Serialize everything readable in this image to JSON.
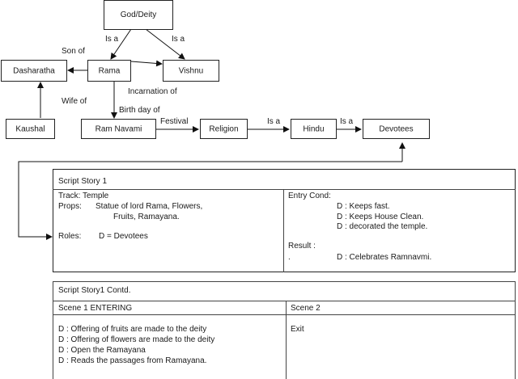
{
  "nodes": {
    "god": "God/Deity",
    "dasharatha": "Dasharatha",
    "rama": "Rama",
    "vishnu": "Vishnu",
    "kaushal": "Kaushal",
    "ramnavami": "Ram Navami",
    "religion": "Religion",
    "hindu": "Hindu",
    "devotees": "Devotees"
  },
  "edges": {
    "rama_isa_god": "Is a",
    "vishnu_isa_god": "Is a",
    "son_of": "Son of",
    "incarnation_of": "Incarnation of",
    "wife_of": "Wife of",
    "birth_day_of": "Birth day of",
    "festival": "Festival",
    "religion_isa_hindu": "Is a",
    "hindu_isa_devotees": "Is a"
  },
  "script1": {
    "title": "Script Story 1",
    "track": "Track: Temple",
    "props_label": "Props:",
    "props_line1": "Statue of lord Rama, Flowers,",
    "props_line2": "Fruits, Ramayana.",
    "roles_label": "Roles:",
    "roles_value": "D = Devotees",
    "entry_label": "Entry Cond:",
    "entry_items": [
      "D  : Keeps fast.",
      "D  : Keeps House Clean.",
      "D  : decorated the temple."
    ],
    "result_label": "Result  :",
    "result_dot": ".",
    "result_value": "D : Celebrates Ramnavmi."
  },
  "script2": {
    "title": "Script Story1 Contd.",
    "scene1_header": "Scene 1  ENTERING",
    "scene1_lines": [
      "D : Offering of fruits are made to the deity",
      "D : Offering of flowers are made to the deity",
      "D : Open the Ramayana",
      "D : Reads  the passages from Ramayana."
    ],
    "scene2_header": "Scene 2",
    "scene2_value": "Exit"
  }
}
